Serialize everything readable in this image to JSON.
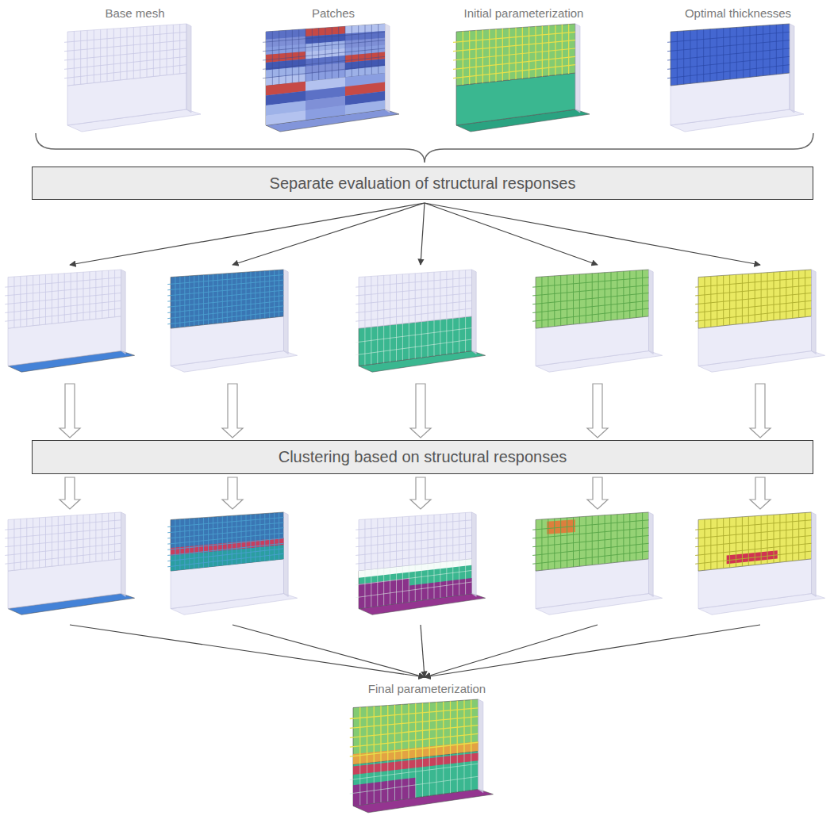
{
  "diagram": {
    "nodes": [
      {
        "text": [
          "Base mesh"
        ]
      },
      {
        "text": [
          "Patches"
        ]
      },
      {
        "text": [
          "Initial parameterization"
        ]
      },
      {
        "text": [
          "Optimal thicknesses"
        ]
      },
      {
        "text": [
          "Separate evaluation of structural responses"
        ]
      },
      {
        "text": [
          "Clustering based on structural responses"
        ]
      },
      {
        "text": [
          "Final parameterization"
        ]
      }
    ]
  }
}
